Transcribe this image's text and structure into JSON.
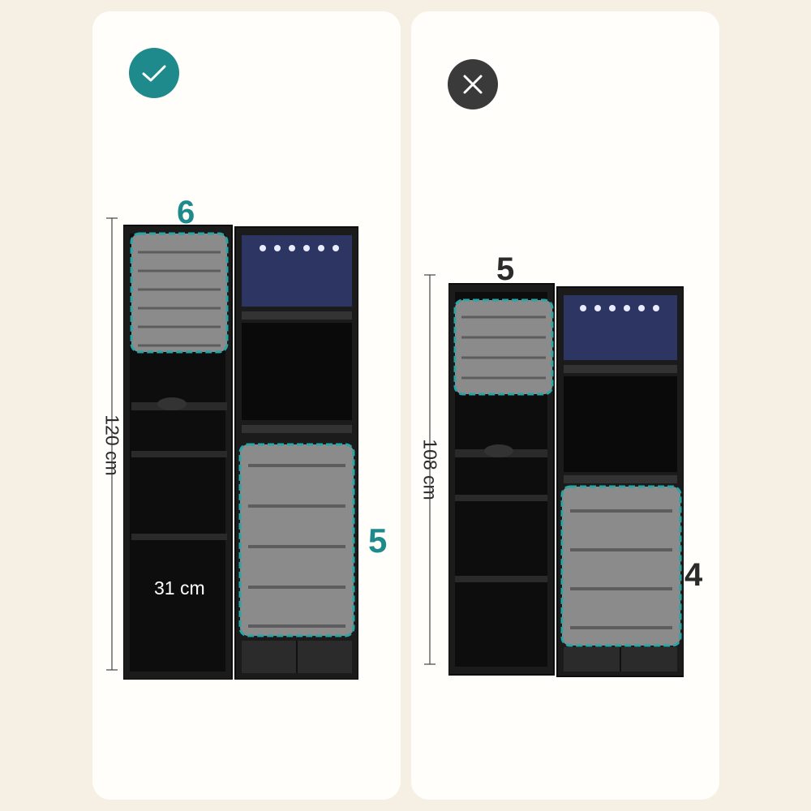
{
  "options": [
    {
      "status": "correct",
      "status_icon": "checkmark-icon",
      "status_color": "#1f8a8c",
      "door_tray_count": "6",
      "cabinet_tray_count": "5",
      "height_label": "120 cm",
      "spacing_label": "31 cm",
      "highlight_color": "#2aa5a5"
    },
    {
      "status": "incorrect",
      "status_icon": "cross-icon",
      "status_color": "#3a3a3a",
      "door_tray_count": "5",
      "cabinet_tray_count": "4",
      "height_label": "108 cm",
      "highlight_color": "#2aa5a5"
    }
  ]
}
